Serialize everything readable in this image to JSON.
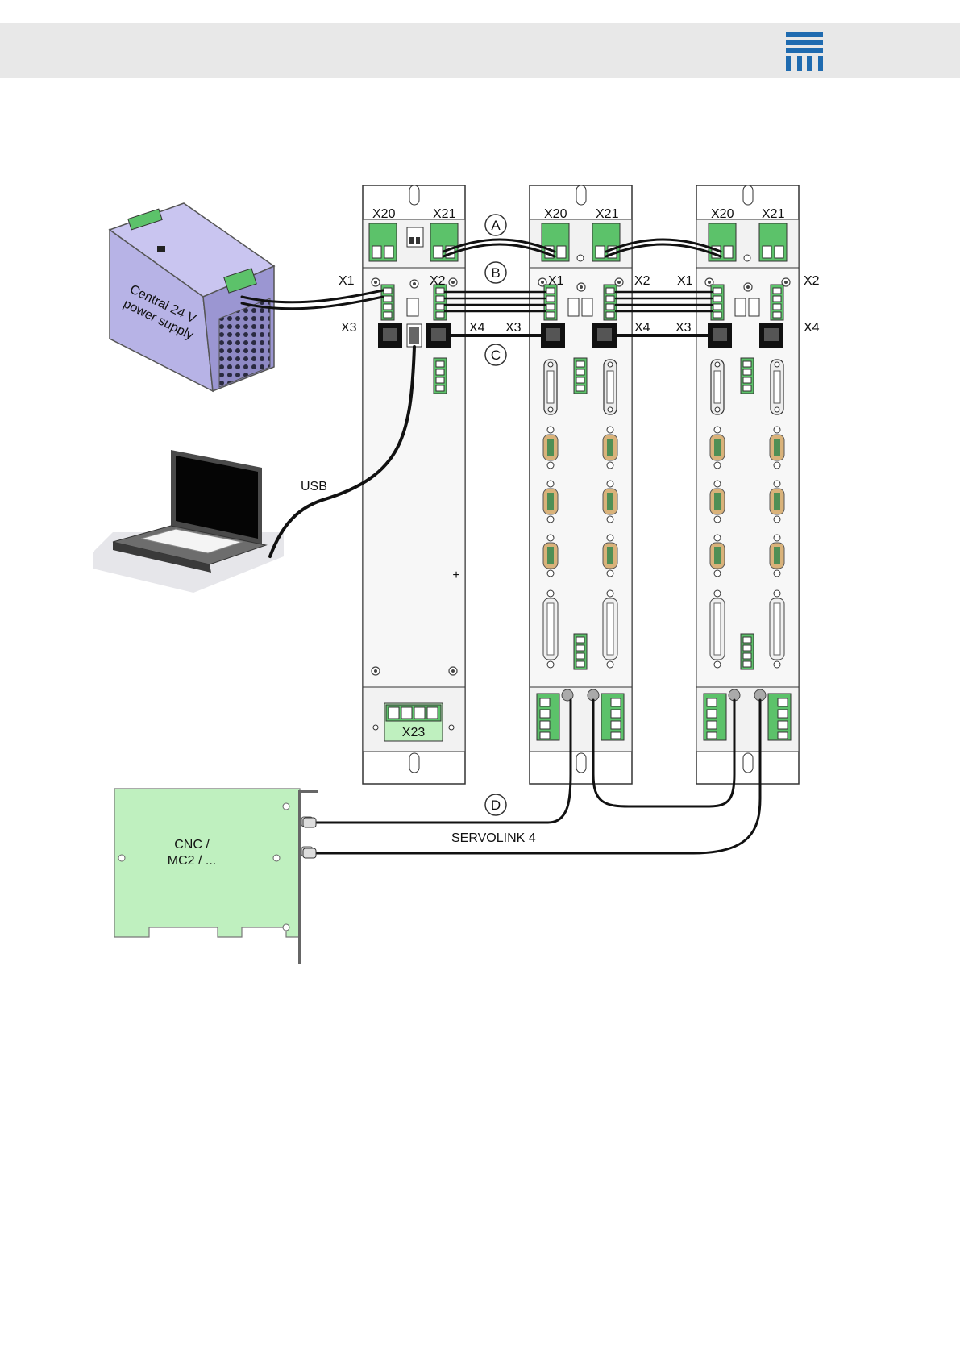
{
  "header": {
    "logo_icon": "company-logo-icon"
  },
  "colors": {
    "header_bg": "#e8e8e8",
    "logo_blue": "#1f6bb0",
    "terminal_green": "#5cc26a",
    "psu_purple": "#b7b3e6",
    "pcb_green": "#bff0bf",
    "dsub_tan": "#d9b27a"
  },
  "diagram": {
    "psu_label_line1": "Central 24 V",
    "psu_label_line2": "power supply",
    "usb_label": "USB",
    "card_label_line1": "CNC /",
    "card_label_line2": "MC2 / ...",
    "servolink_label": "SERVOLINK 4",
    "callouts": [
      "A",
      "B",
      "C",
      "D"
    ],
    "module1": {
      "x20": "X20",
      "x21": "X21",
      "x1": "X1",
      "x2": "X2",
      "x3": "X3",
      "x4": "X4",
      "x23": "X23"
    },
    "module2": {
      "x20": "X20",
      "x21": "X21",
      "x1": "X1",
      "x2": "X2",
      "x3": "X3",
      "x4": "X4"
    },
    "module3": {
      "x20": "X20",
      "x21": "X21",
      "x1": "X1",
      "x2": "X2",
      "x3": "X3",
      "x4": "X4"
    }
  }
}
